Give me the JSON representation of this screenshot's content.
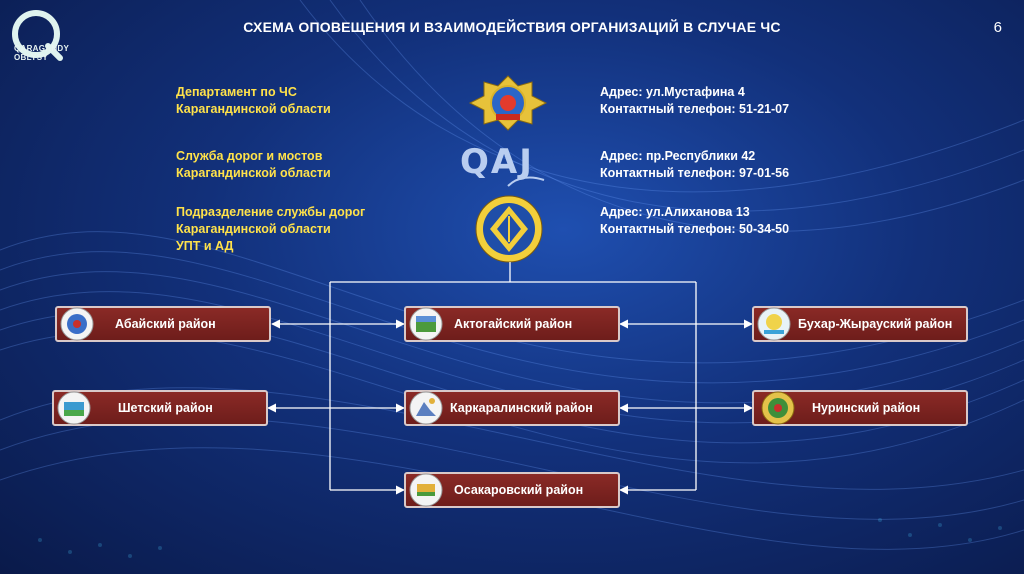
{
  "logo": {
    "line1": "QARAGANDY",
    "line2": "OBLYSY",
    "icon": "qaragandy-logo-icon"
  },
  "title": "СХЕМА ОПОВЕЩЕНИЯ И ВЗАИМОДЕЙСТВИЯ ОРГАНИЗАЦИЙ В СЛУЧАЕ ЧС",
  "page_number": "6",
  "organizations": [
    {
      "name_lines": [
        "Департамент по ЧС",
        "Карагандинской области"
      ],
      "address": "Адрес: ул.Мустафина 4",
      "phone": "Контактный телефон: 51-21-07",
      "emblem": "emergency-department-emblem-icon"
    },
    {
      "name_lines": [
        "Служба дорог и мостов",
        "Карагандинской области"
      ],
      "address": "Адрес: пр.Республики 42",
      "phone": "Контактный телефон: 97-01-56",
      "emblem": "qaj-logo-icon",
      "emblem_text": "QAJ"
    },
    {
      "name_lines": [
        "Подразделение службы дорог",
        "Карагандинской области",
        "УПТ и АД"
      ],
      "address": "Адрес: ул.Алиханова 13",
      "phone": "Контактный телефон: 50-34-50",
      "emblem": "road-service-emblem-icon"
    }
  ],
  "districts": [
    {
      "label": "Абайский район",
      "seal": "abai-district-seal-icon"
    },
    {
      "label": "Актогайский район",
      "seal": "aktogay-district-seal-icon"
    },
    {
      "label": "Бухар-Жырауский район",
      "seal": "bukhar-zhyrau-district-seal-icon"
    },
    {
      "label": "Шетский район",
      "seal": "shet-district-seal-icon"
    },
    {
      "label": "Каркаралинский район",
      "seal": "karkaraly-district-seal-icon"
    },
    {
      "label": "Нуринский район",
      "seal": "nura-district-seal-icon"
    },
    {
      "label": "Осакаровский район",
      "seal": "osakarovka-district-seal-icon"
    }
  ],
  "colors": {
    "name_text": "#ffe24a",
    "district_box": "#7a2420",
    "lines": "#ffffff"
  }
}
